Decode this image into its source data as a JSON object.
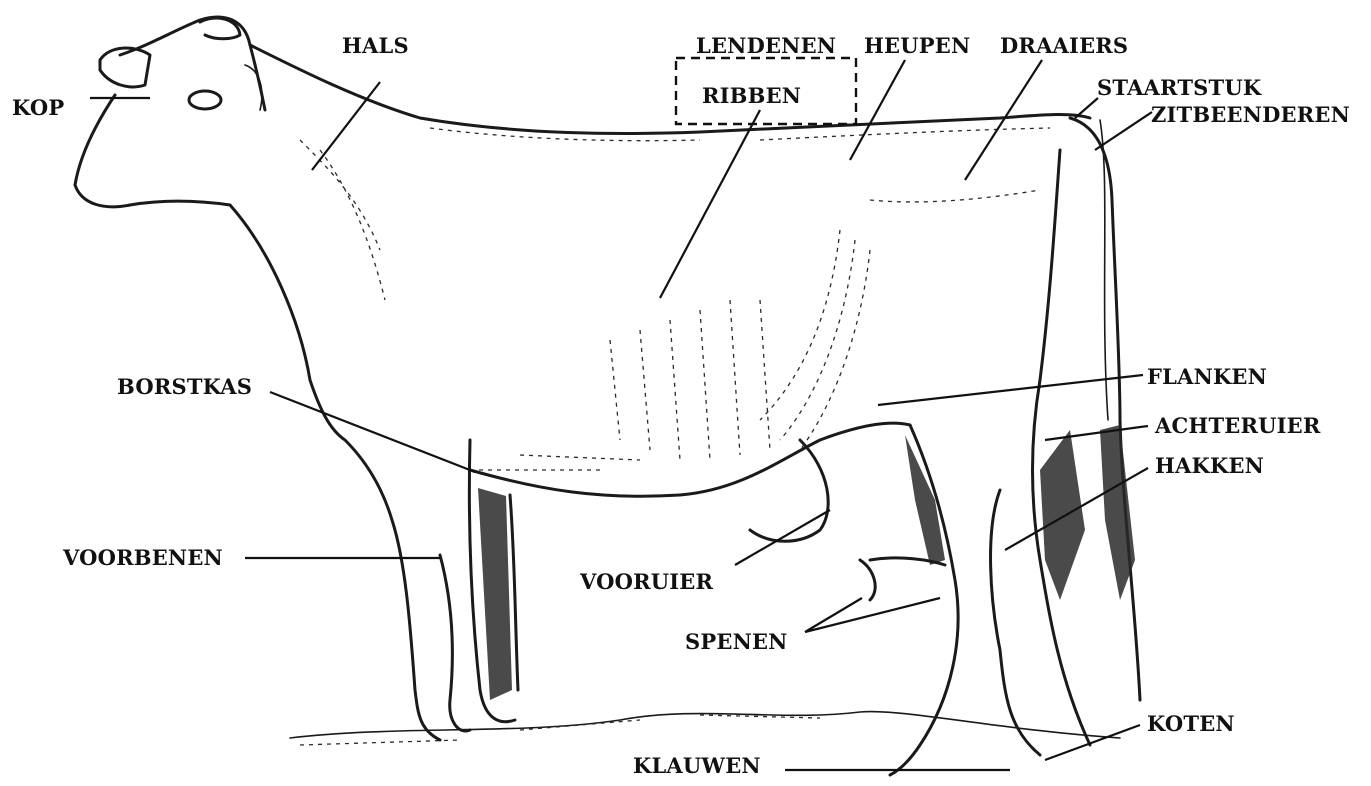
{
  "labels": {
    "kop": "KOP",
    "hals": "HALS",
    "lendenen": "LENDENEN",
    "heupen": "HEUPEN",
    "draaiers": "DRAAIERS",
    "staartstuk": "STAARTSTUK",
    "zitbeenderen": "ZITBEENDEREN",
    "ribben": "RIBBEN",
    "flanken": "FLANKEN",
    "achteruier": "ACHTERUIER",
    "hakken": "HAKKEN",
    "borstkas": "BORSTKAS",
    "voorbenen": "VOORBENEN",
    "vooruier": "VOORUIER",
    "spenen": "SPENEN",
    "koten": "KOTEN",
    "klauwen": "KLAUWEN"
  }
}
